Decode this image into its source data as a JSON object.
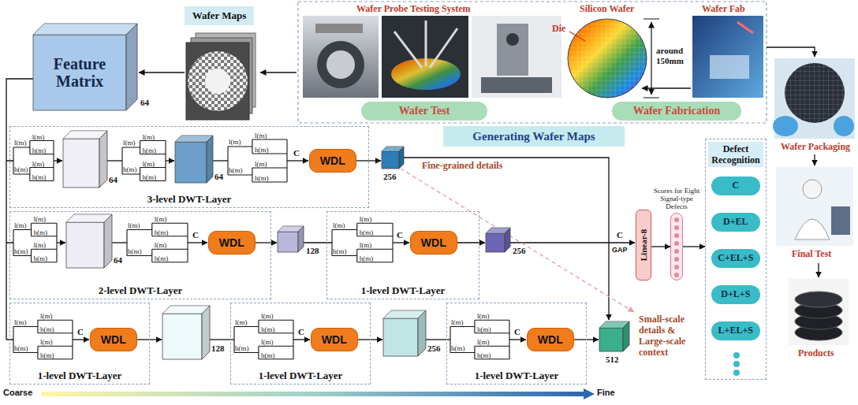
{
  "diagram": {
    "nodes": [
      {
        "text": [
          "Feature Matrix"
        ]
      },
      {
        "text": [
          "Wafer Maps"
        ]
      },
      {
        "text": [
          "Wafer Test"
        ]
      },
      {
        "text": [
          "Wafer Fabrication"
        ]
      },
      {
        "text": [
          "Generating Wafer Maps"
        ]
      },
      {
        "text": [
          "3-level DWT-Layer"
        ]
      },
      {
        "text": [
          "WDL"
        ],
        "in": 5
      },
      {
        "text": [
          "2-level DWT-Layer"
        ]
      },
      {
        "text": [
          "WDL"
        ],
        "in": 7
      },
      {
        "text": [
          "1-level DWT-Layer"
        ]
      },
      {
        "text": [
          "WDL"
        ],
        "in": 9
      },
      {
        "text": [
          "Linear-8"
        ]
      },
      {
        "text": [
          "Scores for Eight Signal-type Defects"
        ]
      },
      {
        "text": [
          "Defect Recognition"
        ]
      },
      {
        "text": [
          "C"
        ],
        "in": 13
      },
      {
        "text": [
          "D+EL"
        ],
        "in": 13
      },
      {
        "text": [
          "C+EL+S"
        ],
        "in": 13
      },
      {
        "text": [
          "D+L+S"
        ],
        "in": 13
      },
      {
        "text": [
          "L+EL+S"
        ],
        "in": 13
      },
      {
        "text": [
          "1-level DWT-Layer"
        ]
      },
      {
        "text": [
          "WDL"
        ],
        "in": 19
      },
      {
        "text": [
          "1-level DWT-Layer"
        ]
      },
      {
        "text": [
          "WDL"
        ],
        "in": 21
      },
      {
        "text": [
          "1-level DWT-Layer"
        ]
      },
      {
        "text": [
          "WDL"
        ],
        "in": 23
      }
    ],
    "edges": [
      {
        "from": 11,
        "to": 12,
        "arrow": "to"
      },
      {
        "from": 12,
        "to": 13,
        "arrow": "to"
      }
    ],
    "labels": [
      "Wafer Probe Testing System",
      "Silicon Wafer",
      "Wafer Fab",
      "Die",
      "around 150mm",
      "64",
      "Wafer Packaging",
      "Final Test",
      "Products",
      "64",
      "64",
      "C",
      "256",
      "Fine-grained details",
      "64",
      "C",
      "128",
      "C",
      "256",
      "C",
      "GAP",
      "C",
      "128",
      "C",
      "256",
      "C",
      "512",
      "Small-scale details & Large-scale context",
      "Coarse",
      "Fine",
      "l(m)",
      "h(m)",
      "l(m)",
      "h(m)",
      "l(m)",
      "h(m)",
      "l(m)",
      "h(m)",
      "l(m)",
      "h(m)",
      "l(m)",
      "h(m)",
      "l(m)",
      "h(m)",
      "l(m)",
      "h(m)",
      "l(m)",
      "h(m)",
      "l(m)",
      "h(m)",
      "l(m)",
      "h(m)",
      "l(m)",
      "h(m)",
      "l(m)",
      "h(m)",
      "l(m)",
      "h(m)",
      "l(m)",
      "h(m)",
      "l(m)",
      "h(m)",
      "l(m)",
      "h(m)",
      "l(m)",
      "h(m)",
      "l(m)",
      "h(m)",
      "l(m)",
      "h(m)",
      "l(m)",
      "h(m)",
      "l(m)",
      "h(m)",
      "l(m)",
      "h(m)",
      "l(m)",
      "h(m)",
      "l(m)",
      "h(m)",
      "l(m)",
      "h(m)",
      "l(m)",
      "h(m)"
    ]
  }
}
